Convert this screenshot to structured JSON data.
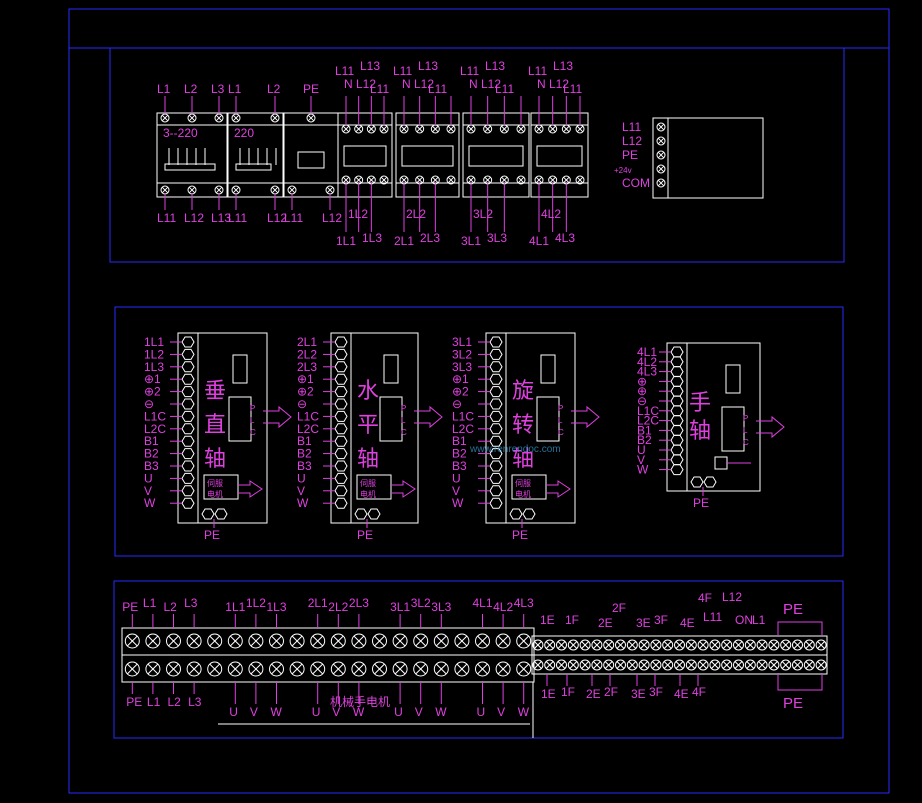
{
  "top_panel": {
    "breakers": [
      {
        "display": "3--220",
        "top": [
          "L1",
          "L2",
          "L3"
        ],
        "bottom": [
          "L11",
          "L12",
          "L13"
        ]
      },
      {
        "display": "220",
        "top": [
          "L1",
          "L2"
        ],
        "bottom": [
          "L11",
          "L12"
        ]
      },
      {
        "display": "",
        "top": [
          "PE"
        ],
        "bottom": [
          "L11",
          "L12"
        ]
      }
    ],
    "contactors": [
      {
        "top": [
          "L11",
          "L13",
          "N",
          "L12",
          "L11"
        ],
        "bottom": [
          "1L1",
          "1L2",
          "1L3"
        ]
      },
      {
        "top": [
          "L11",
          "L13",
          "N",
          "L12",
          "L11"
        ],
        "bottom": [
          "2L1",
          "2L2",
          "2L3"
        ]
      },
      {
        "top": [
          "L11",
          "L13",
          "N",
          "L12",
          "L11"
        ],
        "bottom": [
          "3L1",
          "3L2",
          "3L3"
        ]
      },
      {
        "top": [
          "L11",
          "L13",
          "N",
          "L12",
          "L11"
        ],
        "bottom": [
          "4L1",
          "4L2",
          "4L3"
        ]
      }
    ],
    "power_supply": [
      "L11",
      "L12",
      "PE",
      "+24v",
      "COM"
    ]
  },
  "mid_panel": {
    "drives": [
      {
        "name": "垂直轴",
        "terms": [
          "1L1",
          "1L2",
          "1L3",
          "⊕1",
          "⊕2",
          "⊖",
          "L1C",
          "L2C",
          "B1",
          "B2",
          "B3",
          "U",
          "V",
          "W"
        ],
        "pe": "PE"
      },
      {
        "name": "水平轴",
        "terms": [
          "2L1",
          "2L2",
          "2L3",
          "⊕1",
          "⊕2",
          "⊖",
          "L1C",
          "L2C",
          "B1",
          "B2",
          "B3",
          "U",
          "V",
          "W"
        ],
        "pe": "PE"
      },
      {
        "name": "旋转轴",
        "terms": [
          "3L1",
          "3L2",
          "3L3",
          "⊕1",
          "⊕2",
          "⊖",
          "L1C",
          "L2C",
          "B1",
          "B2",
          "B3",
          "U",
          "V",
          "W"
        ],
        "pe": "PE"
      },
      {
        "name": "手轴",
        "terms": [
          "4L1",
          "4L2",
          "4L3",
          "⊕",
          "⊕",
          "⊖",
          "L1C",
          "L2C",
          "B1",
          "B2",
          "U",
          "V",
          "W"
        ],
        "pe": "PE"
      }
    ],
    "plc_label": "PLC",
    "servo_label": "伺服电机"
  },
  "bottom_panel": {
    "top_labels": [
      "PE",
      "L1",
      "L2",
      "L3",
      "1L1",
      "1L2",
      "1L3",
      "2L1",
      "2L2",
      "2L3",
      "3L1",
      "3L2",
      "3L3",
      "4L1",
      "4L2",
      "4L3"
    ],
    "bottom_labels": [
      "PE",
      "L1",
      "L2",
      "L3",
      "U",
      "V",
      "W",
      "U",
      "V",
      "W",
      "U",
      "V",
      "W",
      "U",
      "V",
      "W"
    ],
    "mech_label": "机械手电机",
    "ctrl_top": [
      "1E",
      "1F",
      "2E",
      "2F",
      "3E",
      "3F",
      "4E",
      "4F",
      "L11",
      "L12",
      "ON",
      "L1"
    ],
    "ctrl_bottom": [
      "1E",
      "1F",
      "2E",
      "2F",
      "3E",
      "3F",
      "4E",
      "4F"
    ],
    "pe_top": "PE",
    "pe_bottom": "PE"
  },
  "watermark": "www.renrendoc.com"
}
